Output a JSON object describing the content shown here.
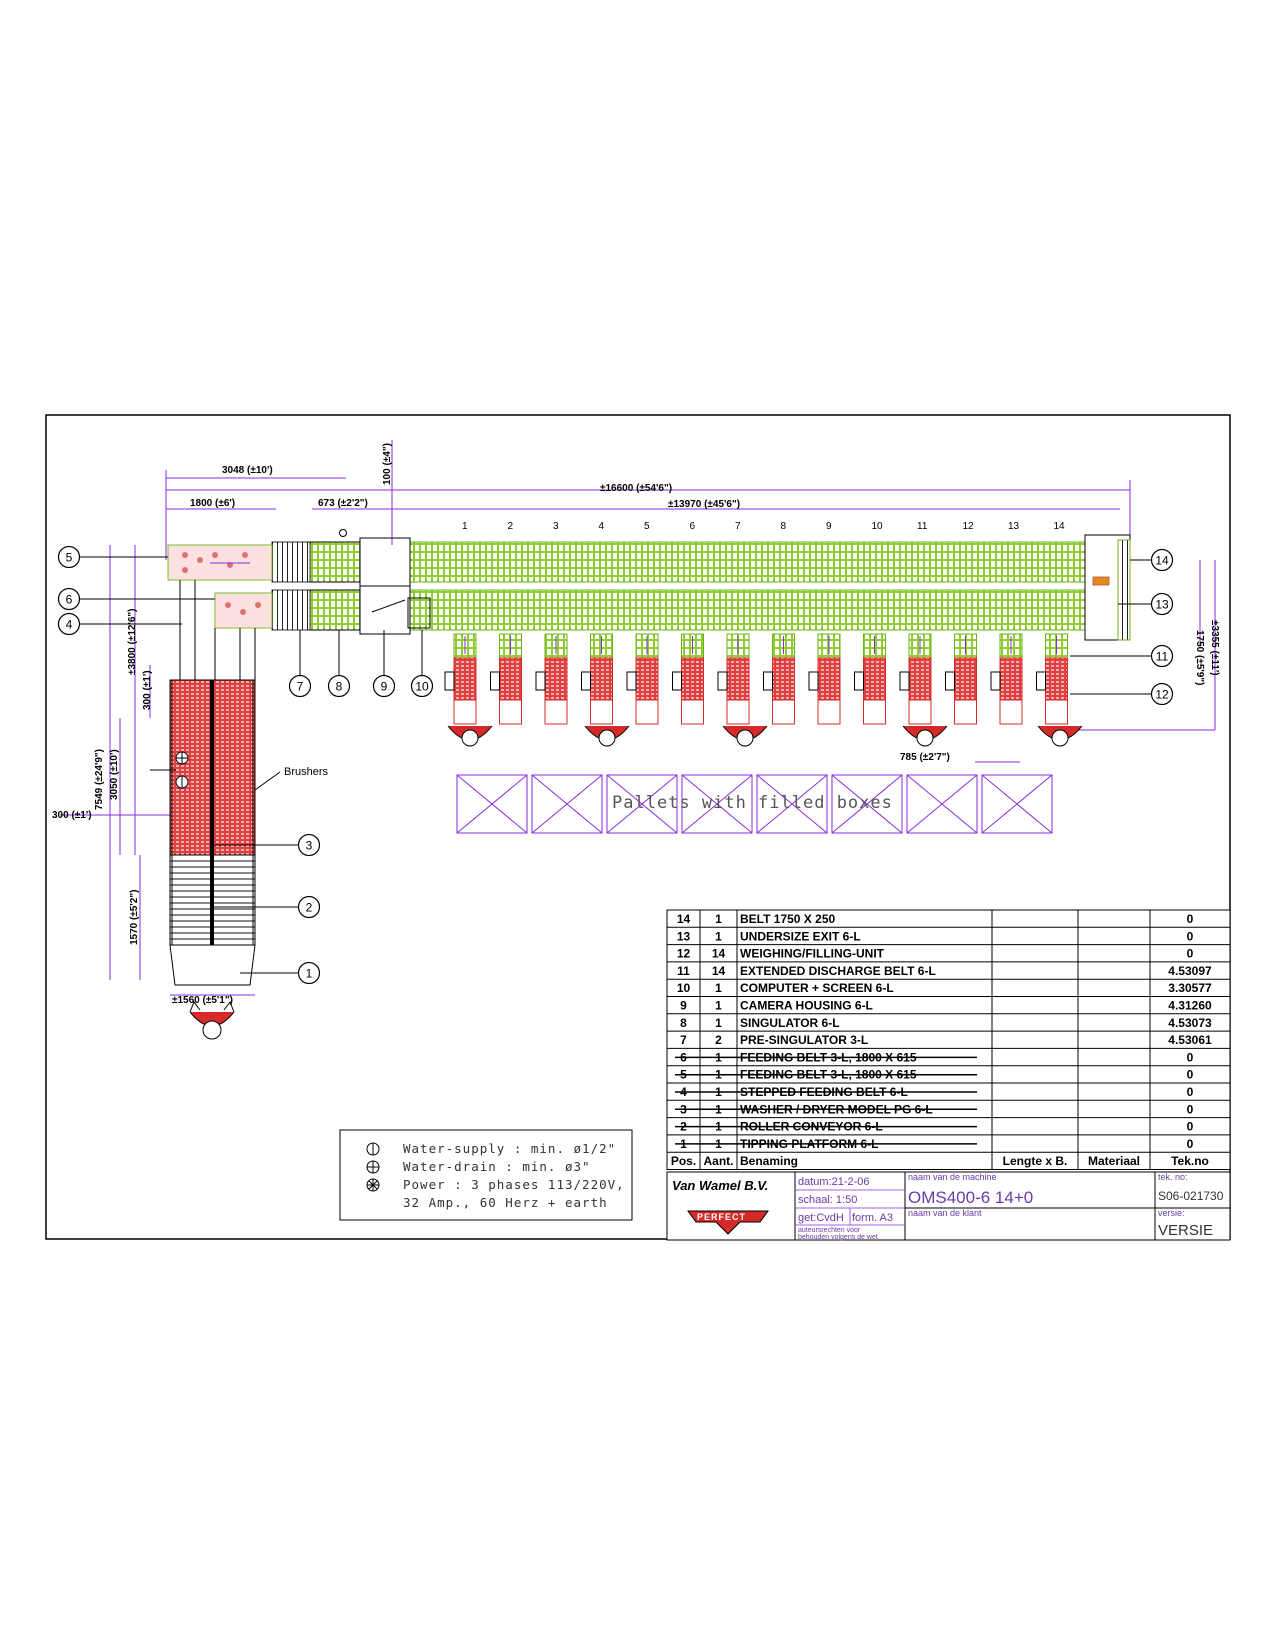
{
  "dimensions": {
    "d3048": "3048 (±10')",
    "d1800": "1800 (±6')",
    "d673": "673 (±2'2\")",
    "d100": "100 (±4\")",
    "d16600": "±16600 (±54'6\")",
    "d13970": "±13970 (±45'6\")",
    "d1750": "1750 (±5'9\")",
    "d3355": "±3355 (±11')",
    "d3800": "±3800 (±12'6\")",
    "d300a": "300 (±1')",
    "d7549": "7549 (±24'9\")",
    "d3050": "3050 (±10')",
    "d300b": "300 (±1')",
    "d1570": "1570 (±5'2\")",
    "d1560": "±1560 (±5'1\")",
    "d785": "785 (±2'7\")"
  },
  "lane_numbers": [
    "1",
    "2",
    "3",
    "4",
    "5",
    "6",
    "7",
    "8",
    "9",
    "10",
    "11",
    "12",
    "13",
    "14"
  ],
  "position_callouts": [
    "1",
    "2",
    "3",
    "4",
    "5",
    "6",
    "7",
    "8",
    "9",
    "10",
    "11",
    "12",
    "13",
    "14"
  ],
  "brushers_label": "Brushers",
  "pallets_label": "Pallets with filled boxes",
  "legend": {
    "line1": "Water-supply : min. ø1/2\"",
    "line2": "Water-drain : min. ø3\"",
    "line3": "Power : 3 phases 113/220V,",
    "line4": "32 Amp., 60 Herz + earth"
  },
  "parts_table": {
    "headers": [
      "Pos.",
      "Aant.",
      "Benaming",
      "Lengte x B.",
      "Materiaal",
      "Tek.no"
    ],
    "rows": [
      {
        "pos": "14",
        "qty": "1",
        "name": "BELT 1750 X 250",
        "tek": "0",
        "struck": false
      },
      {
        "pos": "13",
        "qty": "1",
        "name": "UNDERSIZE EXIT 6-L",
        "tek": "0",
        "struck": false
      },
      {
        "pos": "12",
        "qty": "14",
        "name": "WEIGHING/FILLING-UNIT",
        "tek": "0",
        "struck": false
      },
      {
        "pos": "11",
        "qty": "14",
        "name": "EXTENDED DISCHARGE BELT 6-L",
        "tek": "4.53097",
        "struck": false
      },
      {
        "pos": "10",
        "qty": "1",
        "name": "COMPUTER + SCREEN 6-L",
        "tek": "3.30577",
        "struck": false
      },
      {
        "pos": "9",
        "qty": "1",
        "name": "CAMERA HOUSING 6-L",
        "tek": "4.31260",
        "struck": false
      },
      {
        "pos": "8",
        "qty": "1",
        "name": "SINGULATOR 6-L",
        "tek": "4.53073",
        "struck": false
      },
      {
        "pos": "7",
        "qty": "2",
        "name": "PRE-SINGULATOR 3-L",
        "tek": "4.53061",
        "struck": false
      },
      {
        "pos": "6",
        "qty": "1",
        "name": "FEEDING BELT 3-L, 1800 X 615",
        "tek": "0",
        "struck": true
      },
      {
        "pos": "5",
        "qty": "1",
        "name": "FEEDING BELT 3-L, 1800 X 615",
        "tek": "0",
        "struck": true
      },
      {
        "pos": "4",
        "qty": "1",
        "name": "STEPPED FEEDING BELT 6-L",
        "tek": "0",
        "struck": true
      },
      {
        "pos": "3",
        "qty": "1",
        "name": "WASHER / DRYER MODEL PG 6-L",
        "tek": "0",
        "struck": true
      },
      {
        "pos": "2",
        "qty": "1",
        "name": "ROLLER CONVEYOR 6-L",
        "tek": "0",
        "struck": true
      },
      {
        "pos": "1",
        "qty": "1",
        "name": "TIPPING PLATFORM 6-L",
        "tek": "0",
        "struck": true
      }
    ]
  },
  "title_block": {
    "company": "Van Wamel B.V.",
    "brand": "PERFECT",
    "datum": "datum:21-2-06",
    "schaal": "schaal: 1:50",
    "get": "get:CvdH",
    "form": "form. A3",
    "copyright_line1": "auteursrechten voor",
    "copyright_line2": "behouden volgens de wet",
    "machine_label": "naam van de machine",
    "machine_name": "OMS400-6 14+0",
    "client_label": "naam van de klant",
    "tekno_label": "tek. no:",
    "tekno": "S06-021730",
    "versie_label": "versie:",
    "versie": "VERSIE"
  },
  "colors": {
    "frame": "#000000",
    "dimension": "#8a2be2",
    "conveyor_green": "#9bd93a",
    "washer_red": "#d42a2a",
    "callout": "#000000"
  }
}
